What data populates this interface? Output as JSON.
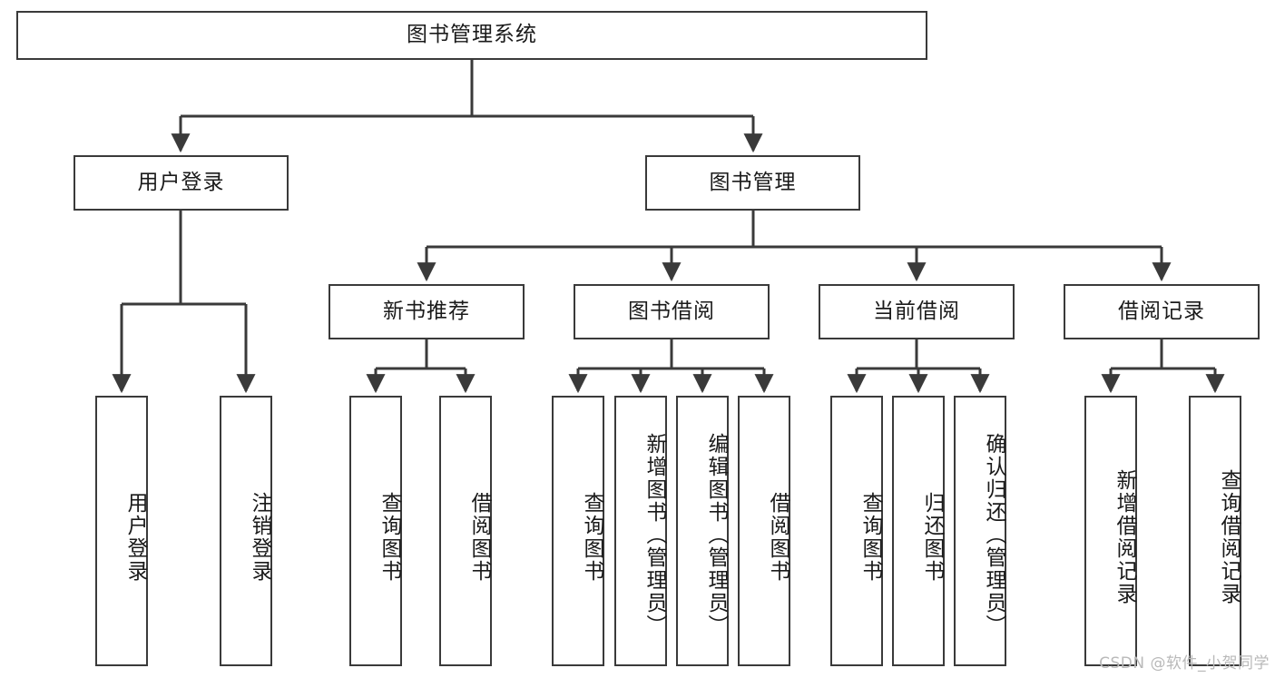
{
  "diagram": {
    "title": "图书管理系统",
    "watermark": "CSDN @软件_小贺同学",
    "root": {
      "label": "图书管理系统"
    },
    "level2": [
      {
        "label": "用户登录"
      },
      {
        "label": "图书管理"
      }
    ],
    "level3": [
      {
        "label": "新书推荐"
      },
      {
        "label": "图书借阅"
      },
      {
        "label": "当前借阅"
      },
      {
        "label": "借阅记录"
      }
    ],
    "leaves": {
      "user_login": [
        {
          "label": "用户登录"
        },
        {
          "label": "注销登录"
        }
      ],
      "new_book_recommend": [
        {
          "label": "查询图书"
        },
        {
          "label": "借阅图书"
        }
      ],
      "book_borrow": [
        {
          "label": "查询图书"
        },
        {
          "label": "新增图书（管理员）"
        },
        {
          "label": "编辑图书（管理员）"
        },
        {
          "label": "借阅图书"
        }
      ],
      "current_borrow": [
        {
          "label": "查询图书"
        },
        {
          "label": "归还图书"
        },
        {
          "label": "确认归还（管理员）"
        }
      ],
      "borrow_record": [
        {
          "label": "新增借阅记录"
        },
        {
          "label": "查询借阅记录"
        }
      ]
    },
    "colors": {
      "stroke": "#3a3a3a",
      "fill": "#ffffff",
      "text": "#1a1a1a",
      "watermark": "#b9b9b9"
    }
  }
}
